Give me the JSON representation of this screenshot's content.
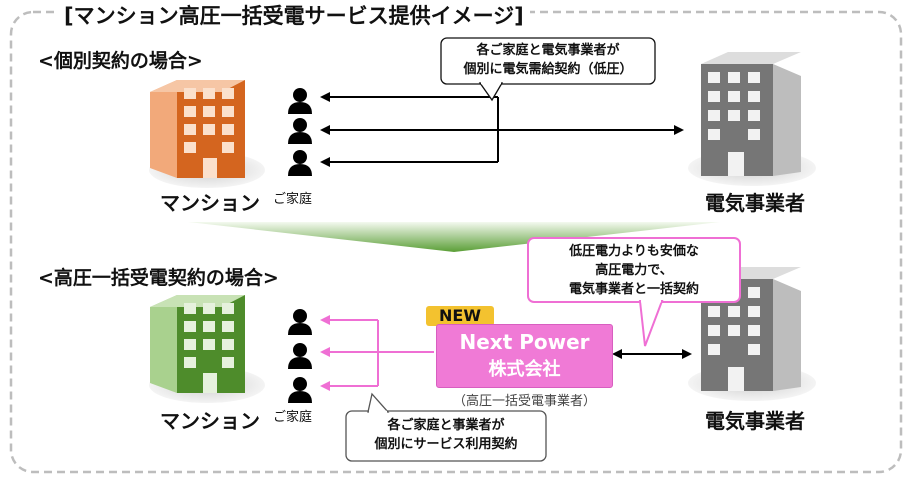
{
  "title": "[マンション高圧一括受電サービス提供イメージ]",
  "individual": {
    "heading": "<個別契約の場合>",
    "mansion_label": "マンション",
    "household_label": "ご家庭",
    "supplier_label": "電気事業者",
    "callout_line1": "各ご家庭と電気事業者が",
    "callout_line2": "個別に電気需給契約（低圧）"
  },
  "bulk": {
    "heading": "<高圧一括受電契約の場合>",
    "mansion_label": "マンション",
    "household_label": "ご家庭",
    "supplier_label": "電気事業者",
    "new_badge": "NEW",
    "company_line1": "Next Power",
    "company_line2": "株式会社",
    "company_note": "（高圧一括受電事業者）",
    "callout_top_line1": "低圧電力よりも安価な",
    "callout_top_line2": "高圧電力で、",
    "callout_top_line3": "電気事業者と一括契約",
    "callout_bottom_line1": "各ご家庭と事業者が",
    "callout_bottom_line2": "個別にサービス利用契約"
  },
  "colors": {
    "orange_building": "#e07a3c",
    "green_building": "#6bab4a",
    "gray_building": "#7f7f7f",
    "pink_accent": "#ef6fd4",
    "new_badge": "#f3c22f",
    "green_arrow": "#5a9e36"
  }
}
